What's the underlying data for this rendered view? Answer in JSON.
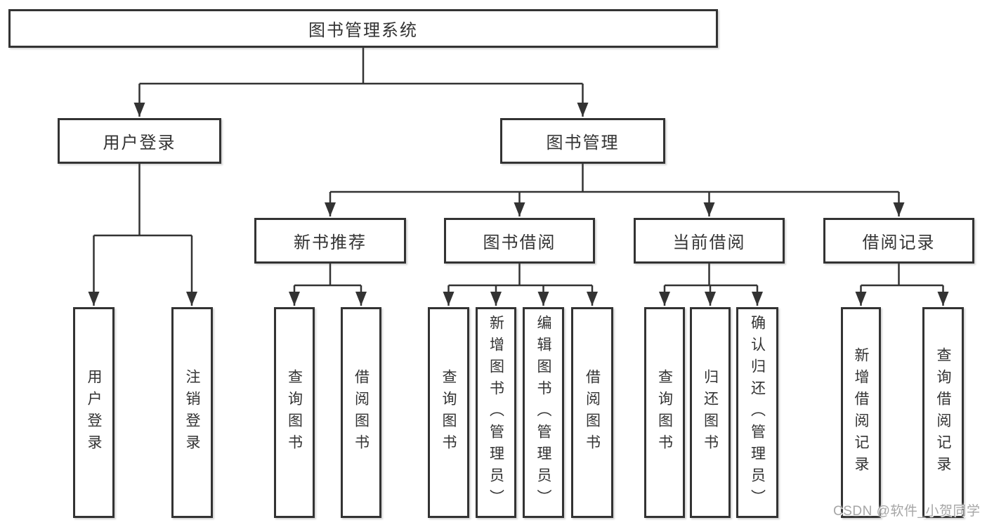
{
  "diagram": {
    "title": "图书管理系统",
    "level2": [
      {
        "label": "用户登录"
      },
      {
        "label": "图书管理"
      }
    ],
    "level3": [
      {
        "label": "新书推荐"
      },
      {
        "label": "图书借阅"
      },
      {
        "label": "当前借阅"
      },
      {
        "label": "借阅记录"
      }
    ],
    "leaves": {
      "login": [
        {
          "label": "用户登录"
        },
        {
          "label": "注销登录"
        }
      ],
      "recommend": [
        {
          "label": "查询图书"
        },
        {
          "label": "借阅图书"
        }
      ],
      "borrow": [
        {
          "label": "查询图书"
        },
        {
          "label": "新增图书（管理员）"
        },
        {
          "label": "编辑图书（管理员）"
        },
        {
          "label": "借阅图书"
        }
      ],
      "current": [
        {
          "label": "查询图书"
        },
        {
          "label": "归还图书"
        },
        {
          "label": "确认归还（管理员）"
        }
      ],
      "records": [
        {
          "label": "新增借阅记录"
        },
        {
          "label": "查询借阅记录"
        }
      ]
    },
    "colors": {
      "line": "#333333",
      "box_border": "#333333",
      "box_fill": "#ffffff",
      "text": "#333333",
      "watermark": "#a6a6a6"
    }
  },
  "watermark": {
    "text": "CSDN @软件_小贺同学"
  }
}
